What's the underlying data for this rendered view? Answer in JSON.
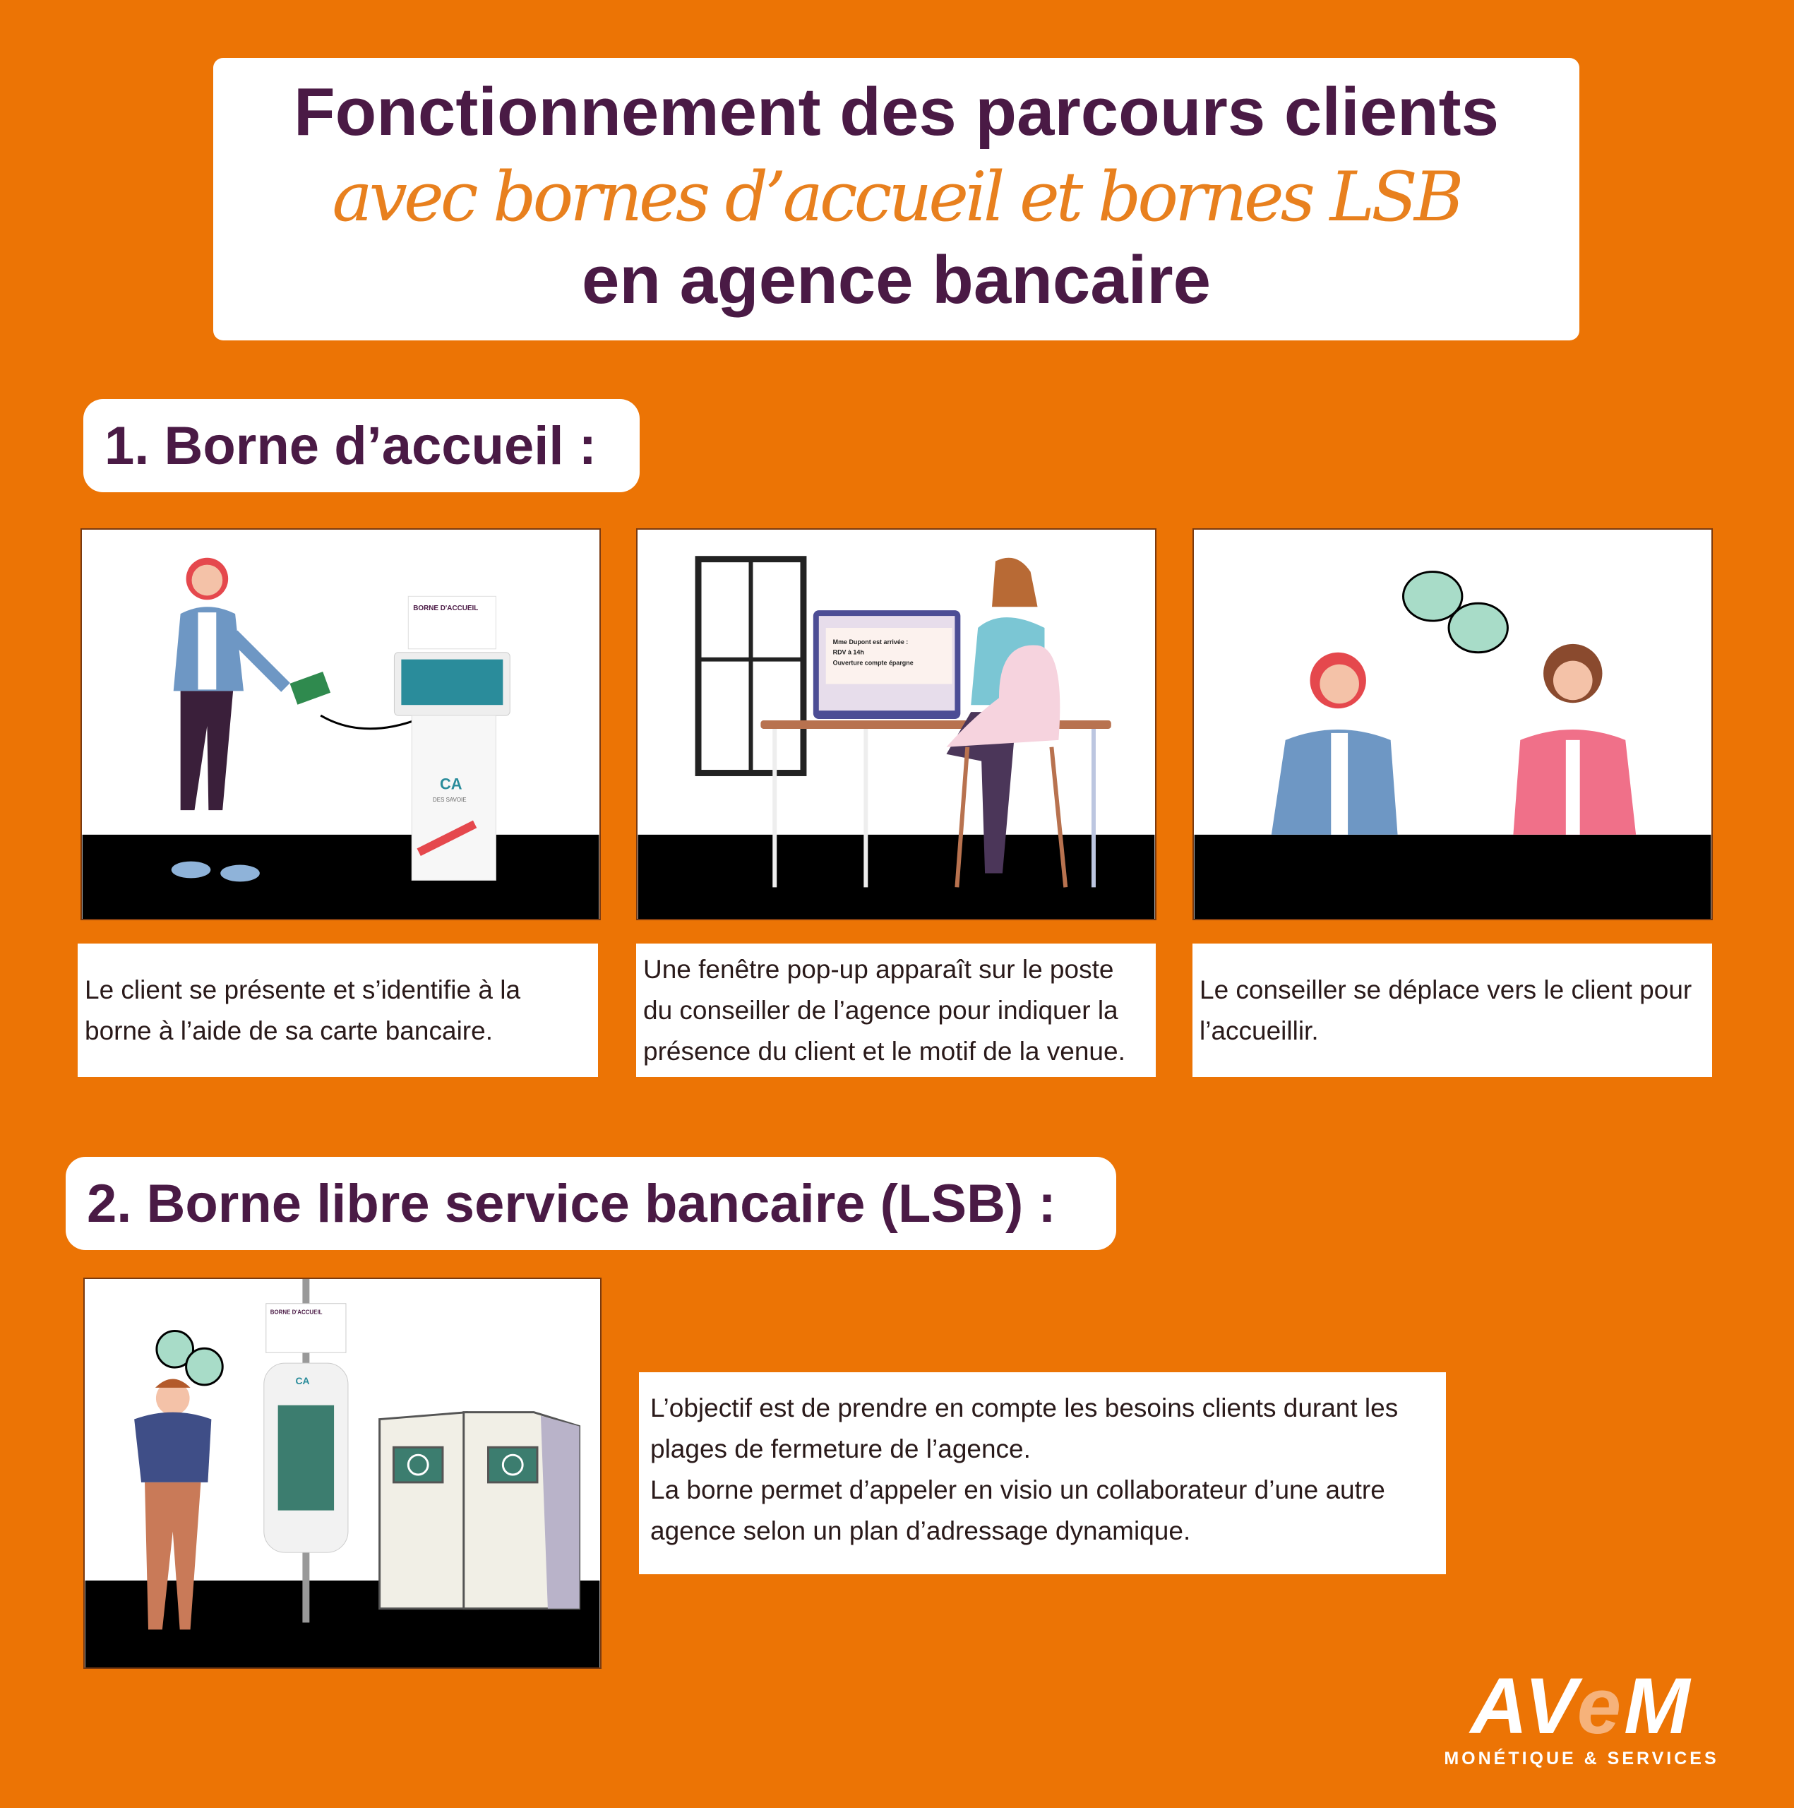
{
  "title": {
    "line1": "Fonctionnement des parcours clients",
    "line2": "avec bornes d’accueil et bornes LSB",
    "line3": "en agence bancaire"
  },
  "section1": {
    "heading": "1. Borne d’accueil :",
    "steps": [
      {
        "caption": "Le client se présente et s’identifie à la borne à l’aide de sa carte bancaire.",
        "kiosk_label": "BORNE D'ACCUEIL",
        "brand": "CA",
        "brand_sub": "DES SAVOIE"
      },
      {
        "caption": "Une fenêtre pop-up apparaît sur le poste du conseiller de l’agence pour indiquer la présence du client et le motif de la venue.",
        "popup": [
          "Mme Dupont est arrivée :",
          "RDV à 14h",
          "Ouverture compte épargne"
        ]
      },
      {
        "caption": "Le conseiller se déplace vers le client pour l’accueillir."
      }
    ]
  },
  "section2": {
    "heading": "2. Borne libre service bancaire (LSB) :",
    "text": [
      "L’objectif est de prendre en compte les besoins clients durant les plages de fermeture de l’agence.",
      "La borne permet d’appeler en visio un collaborateur d’une autre agence selon un plan d’adressage dynamique."
    ],
    "kiosk_label": "BORNE D'ACCUEIL",
    "brand": "CA"
  },
  "logo": {
    "name": "AVEM",
    "tagline": "MONÉTIQUE & SERVICES"
  },
  "colors": {
    "background": "#EC7405",
    "heading": "#4A1A45",
    "accent": "#E8801E"
  }
}
